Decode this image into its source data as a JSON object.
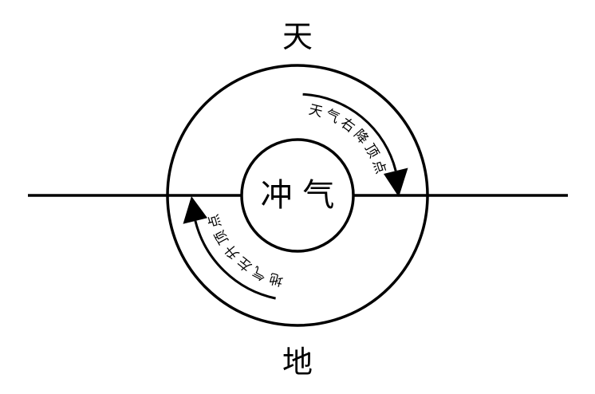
{
  "diagram": {
    "top_label": "天",
    "bottom_label": "地",
    "center_label": "冲 气",
    "upper_arc_label": "天气右降顶点",
    "lower_arc_label": "地气左升顶点",
    "stroke_color": "#000000",
    "background_color": "#ffffff"
  }
}
